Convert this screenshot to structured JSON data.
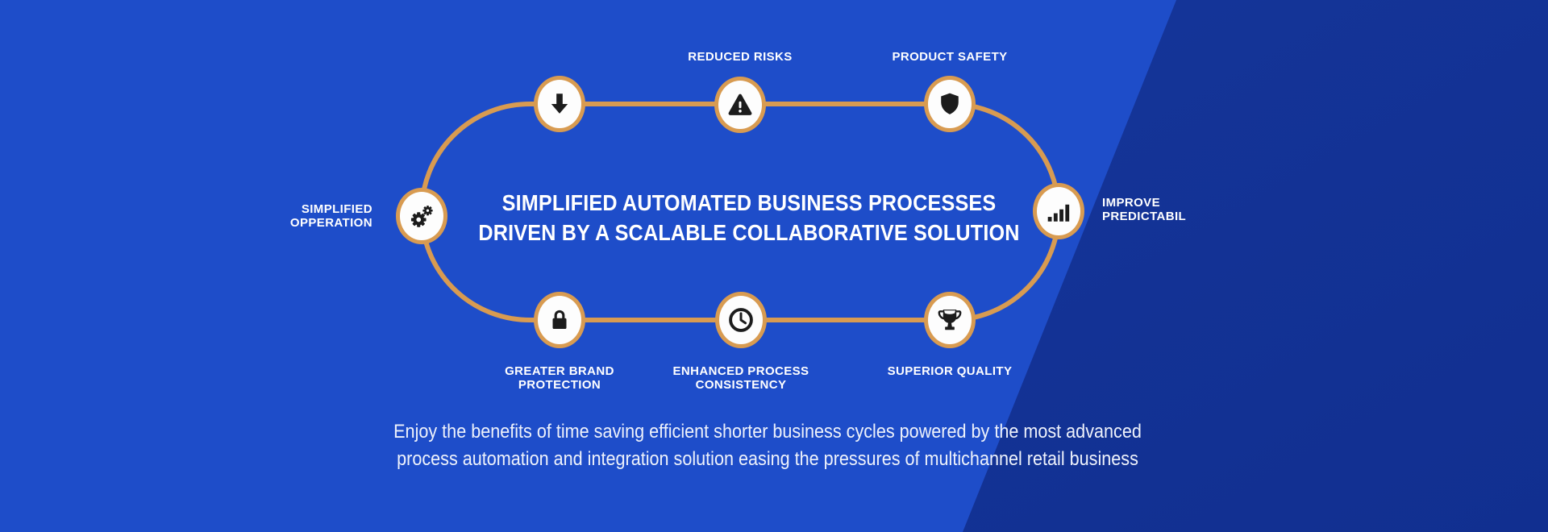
{
  "background": {
    "left_color": "#1e4dc9",
    "right_color": "#14389e"
  },
  "loop": {
    "stroke_color": "#d89b51",
    "node_fill": "#fdfdfd",
    "icon_color": "#1c1c1c"
  },
  "title": {
    "line1": "SIMPLIFIED AUTOMATED BUSINESS PROCESSES",
    "line2": "DRIVEN BY A SCALABLE COLLABORATIVE SOLUTION"
  },
  "description": {
    "line1": "Enjoy the benefits of time saving efficient shorter business cycles powered by the most advanced",
    "line2": "process automation and integration solution easing the pressures of multichannel retail business"
  },
  "nodes": [
    {
      "id": "simplified-opperation",
      "icon": "gears-icon",
      "label": "SIMPLIFIED\nOPPERATION"
    },
    {
      "id": "process-step",
      "icon": "arrow-down-icon",
      "label": ""
    },
    {
      "id": "reduced-risks",
      "icon": "warning-icon",
      "label": "REDUCED RISKS"
    },
    {
      "id": "product-safety",
      "icon": "shield-icon",
      "label": "PRODUCT SAFETY"
    },
    {
      "id": "improve-predictabil",
      "icon": "bar-chart-icon",
      "label": "IMPROVE\nPREDICTABIL"
    },
    {
      "id": "superior-quality",
      "icon": "trophy-icon",
      "label": "SUPERIOR QUALITY"
    },
    {
      "id": "enhanced-process-consistency",
      "icon": "clock-icon",
      "label": "ENHANCED PROCESS\nCONSISTENCY"
    },
    {
      "id": "greater-brand-protection",
      "icon": "lock-icon",
      "label": "GREATER BRAND\nPROTECTION"
    }
  ]
}
